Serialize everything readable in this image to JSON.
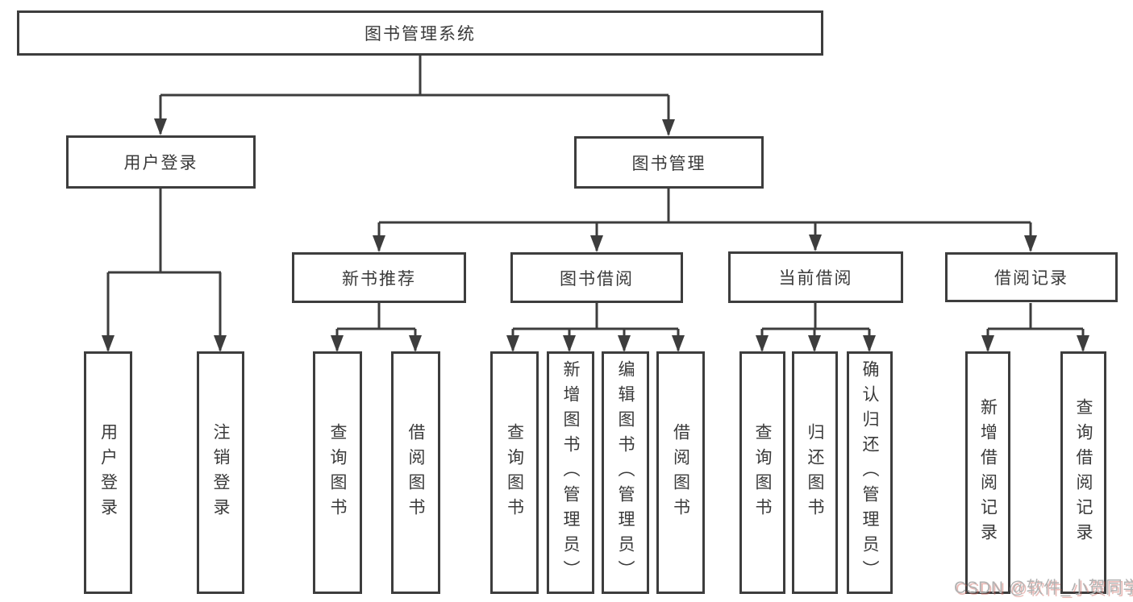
{
  "colors": {
    "line": "#3d3d3d",
    "box_border": "#3d3d3d",
    "text": "#3a3a3a",
    "background": "#ffffff",
    "watermark_gray": "#b2b2b2",
    "watermark_red_shadow": "#ce675d"
  },
  "nodes": {
    "root": "图书管理系统",
    "login": {
      "label": "用户登录",
      "children": [
        "用户登录",
        "注销登录"
      ]
    },
    "mgmt": {
      "label": "图书管理",
      "groups": [
        {
          "label": "新书推荐",
          "children": [
            "查询图书",
            "借阅图书"
          ]
        },
        {
          "label": "图书借阅",
          "children": [
            "查询图书",
            "新增图书（管理员）",
            "编辑图书（管理员）",
            "借阅图书"
          ]
        },
        {
          "label": "当前借阅",
          "children": [
            "查询图书",
            "归还图书",
            "确认归还（管理员）"
          ]
        },
        {
          "label": "借阅记录",
          "children": [
            "新增借阅记录",
            "查询借阅记录"
          ]
        }
      ]
    }
  },
  "watermark": {
    "text": "CSDN @软件_小贺同学"
  }
}
